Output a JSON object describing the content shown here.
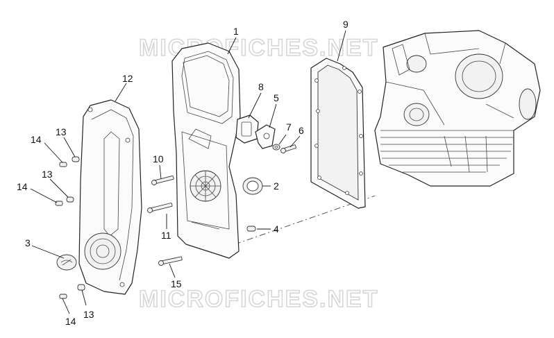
{
  "watermarks": [
    "MICROFICHES.NET",
    "MICROFICHES.NET"
  ],
  "callouts": [
    {
      "id": "1",
      "label": "1"
    },
    {
      "id": "2",
      "label": "2"
    },
    {
      "id": "3",
      "label": "3"
    },
    {
      "id": "4",
      "label": "4"
    },
    {
      "id": "5",
      "label": "5"
    },
    {
      "id": "6",
      "label": "6"
    },
    {
      "id": "7",
      "label": "7"
    },
    {
      "id": "8",
      "label": "8"
    },
    {
      "id": "9",
      "label": "9"
    },
    {
      "id": "10",
      "label": "10"
    },
    {
      "id": "11",
      "label": "11"
    },
    {
      "id": "12",
      "label": "12"
    },
    {
      "id": "13a",
      "label": "13"
    },
    {
      "id": "13b",
      "label": "13"
    },
    {
      "id": "13c",
      "label": "13"
    },
    {
      "id": "14a",
      "label": "14"
    },
    {
      "id": "14b",
      "label": "14"
    },
    {
      "id": "14c",
      "label": "14"
    },
    {
      "id": "15",
      "label": "15"
    }
  ]
}
